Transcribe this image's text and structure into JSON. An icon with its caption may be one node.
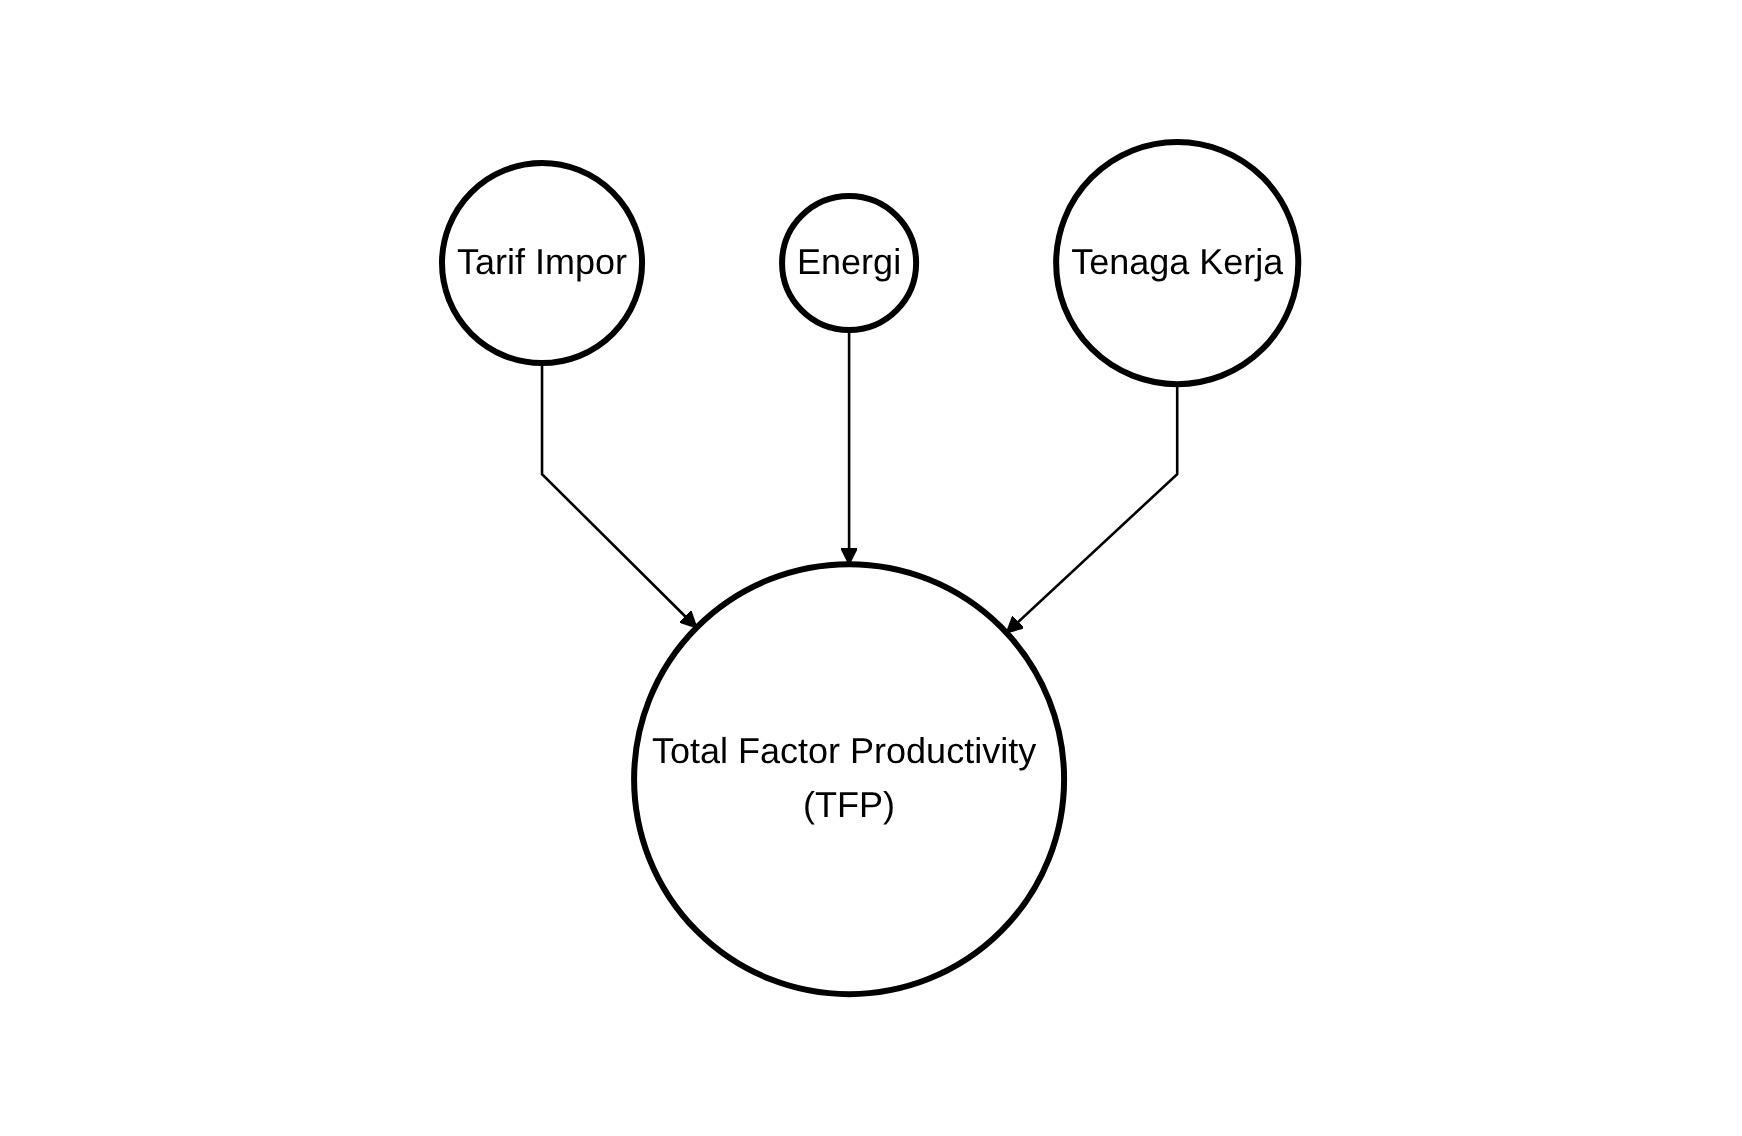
{
  "diagram": {
    "nodes": [
      {
        "text": [
          "Tarif Impor"
        ]
      },
      {
        "text": [
          "Energi"
        ]
      },
      {
        "text": [
          "Tenaga Kerja"
        ]
      },
      {
        "text": [
          "Total Factor Productivity (TFP)"
        ]
      }
    ],
    "edges": [
      {
        "from": 0,
        "to": 3,
        "arrow": "to"
      },
      {
        "from": 1,
        "to": 3,
        "arrow": "to"
      },
      {
        "from": 2,
        "to": 3,
        "arrow": "to"
      }
    ]
  }
}
